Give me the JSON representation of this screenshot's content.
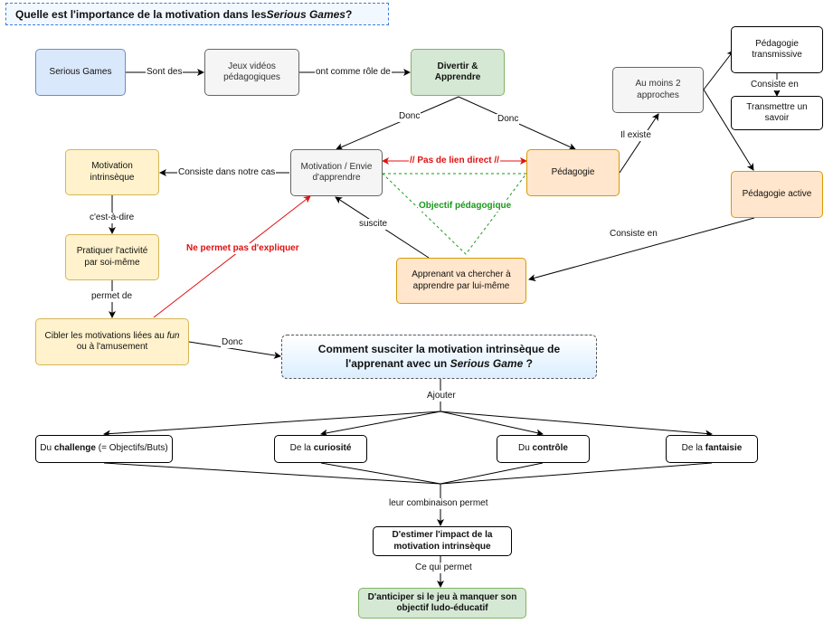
{
  "title": {
    "before": "Quelle est l'importance de la motivation dans les ",
    "italic": "Serious Games",
    "after": " ?"
  },
  "nodes": {
    "serious_games": "Serious Games",
    "jeux_videos": "Jeux vidéos pédagogiques",
    "divertir": "Divertir & Apprendre",
    "motivation": "Motivation / Envie d'apprendre",
    "pedagogie": "Pédagogie",
    "au_moins": "Au moins 2 approches",
    "ped_transmissive": "Pédagogie transmissive",
    "transmettre": "Transmettre un savoir",
    "ped_active": "Pédagogie active",
    "motivation_intrinseque": "Motivation intrinsèque",
    "pratiquer": "Pratiquer l'activité par soi-même",
    "cibler": {
      "before": "Cibler les motivations liées au ",
      "italic": "fun",
      "after": " ou à l'amusement"
    },
    "apprenant": "Apprenant va chercher à apprendre par lui-même",
    "question": {
      "line1": "Comment susciter la motivation intrinsèque de",
      "line2_before": "l'apprenant avec un ",
      "italic": "Serious Game",
      "after": " ?"
    },
    "challenge": {
      "before": "Du ",
      "bold": "challenge",
      "after": " (= Objectifs/Buts)"
    },
    "curiosite": {
      "before": "De la ",
      "bold": "curiosité"
    },
    "controle": {
      "before": "Du ",
      "bold": "contrôle"
    },
    "fantaisie": {
      "before": "De la ",
      "bold": "fantaisie"
    },
    "estimer": "D'estimer l'impact de la motivation intrinsèque",
    "anticiper": "D'anticiper si le jeu à manquer son objectif ludo-éducatif"
  },
  "labels": {
    "sont_des": "Sont des",
    "ont_comme_role": "ont comme rôle de",
    "donc_left": "Donc",
    "donc_right": "Donc",
    "il_existe": "Il existe",
    "consiste_en_top": "Consiste en",
    "pas_de_lien": "// Pas de lien direct //",
    "objectif_pedagogique": "Objectif pédagogique",
    "consiste_dans": "Consiste dans notre cas",
    "cest_a_dire": "c'est-à-dire",
    "permet_de": "permet de",
    "ne_permet_pas": "Ne permet pas d'expliquer",
    "suscite": "suscite",
    "consiste_en_mid": "Consiste en",
    "donc_bottom": "Donc",
    "ajouter": "Ajouter",
    "leur_combinaison": "leur combinaison permet",
    "ce_qui_permet": "Ce qui permet"
  }
}
